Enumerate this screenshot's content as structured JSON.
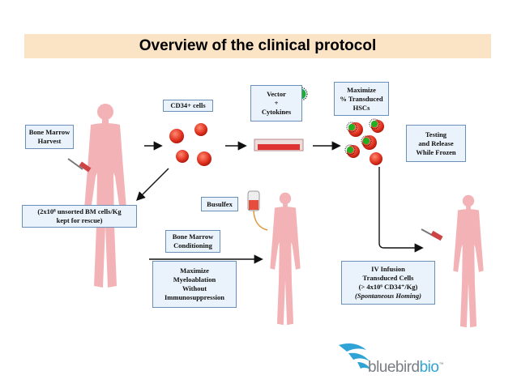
{
  "title": "Overview of the clinical protocol",
  "labels": {
    "bone_marrow_harvest": [
      "Bone Marrow",
      "Harvest"
    ],
    "cd34_cells": "CD34+ cells",
    "vector_cytokines": [
      "Vector",
      "+",
      "Cytokines"
    ],
    "maximize_transduced": [
      "Maximize",
      "% Transduced",
      "HSCs"
    ],
    "testing_release": [
      "Testing",
      "and Release",
      "While Frozen"
    ],
    "unsorted_bm": [
      "(2x10⁸ unsorted BM cells/Kg",
      "kept for rescue)"
    ],
    "busulfex": "Busulfex",
    "bm_conditioning": [
      "Bone Marrow",
      "Conditioning"
    ],
    "maximize_myeloablation": [
      "Maximize",
      "Myeloablation",
      "Without",
      "Immunosuppression"
    ],
    "iv_infusion": [
      "IV Infusion",
      "Transduced Cells",
      "(> 4x10⁶ CD34⁺/Kg)",
      "(Spontaneous Homing)"
    ]
  },
  "logo": {
    "text_main": "bluebird",
    "text_accent": "bio",
    "trademark": "™"
  },
  "colors": {
    "title_bg": "#fbe3c6",
    "box_bg": "#eaf3fb",
    "box_border": "#6a8fb8",
    "body_fill": "#f3b3b6",
    "cell_red": "#e0301e",
    "vector_green": "#22b022",
    "logo_blue": "#2fa3d6",
    "logo_gray": "#7a7e83"
  }
}
